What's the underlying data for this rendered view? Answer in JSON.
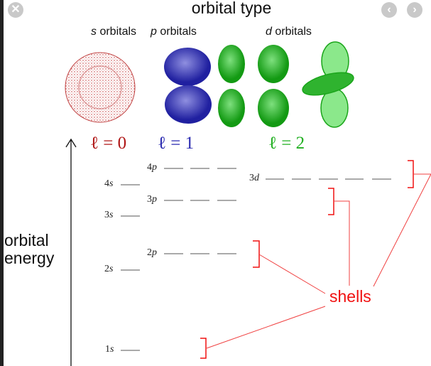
{
  "viewer": {
    "close_icon": "close-icon",
    "prev_icon": "chevron-left-icon",
    "next_icon": "chevron-right-icon",
    "close": "✕",
    "prev": "‹",
    "next": "›"
  },
  "diagram": {
    "title": "orbital type",
    "columns": [
      {
        "letter": "s",
        "label": " orbitals",
        "l_label": "ℓ = 0",
        "color": "#b01818"
      },
      {
        "letter": "p",
        "label": " orbitals",
        "l_label": "ℓ = 1",
        "color": "#2a2ab0"
      },
      {
        "letter": "d",
        "label": " orbitals",
        "l_label": "ℓ = 2",
        "color": "#22b022"
      }
    ],
    "axis_label_line1": "orbital",
    "axis_label_line2": "energy",
    "levels": [
      {
        "n": "4",
        "sub": "s"
      },
      {
        "n": "3",
        "sub": "s"
      },
      {
        "n": "2",
        "sub": "s"
      },
      {
        "n": "1",
        "sub": "s"
      },
      {
        "n": "4",
        "sub": "p"
      },
      {
        "n": "3",
        "sub": "p"
      },
      {
        "n": "2",
        "sub": "p"
      },
      {
        "n": "3",
        "sub": "d"
      }
    ],
    "shells_label": "shells",
    "shell_color": "#f01010"
  }
}
